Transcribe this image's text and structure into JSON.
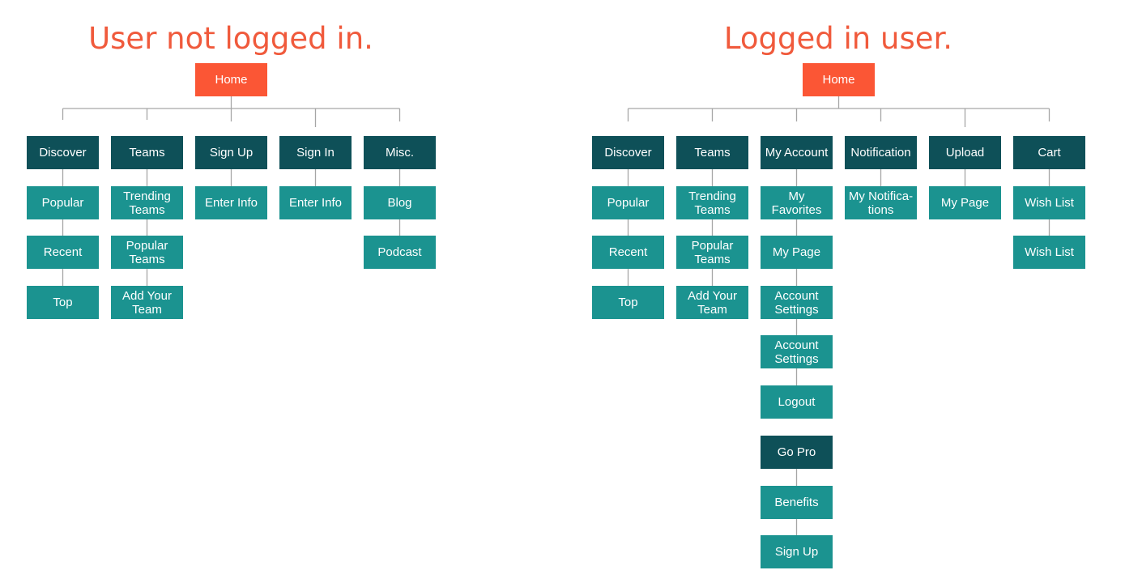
{
  "diagrams": [
    {
      "title": "User not logged in.",
      "root": "Home",
      "columns": [
        {
          "label": "Discover",
          "children": [
            "Popular",
            "Recent",
            "Top"
          ]
        },
        {
          "label": "Teams",
          "children": [
            "Trending Teams",
            "Popular Teams",
            "Add Your Team"
          ]
        },
        {
          "label": "Sign Up",
          "children": [
            "Enter Info"
          ]
        },
        {
          "label": "Sign In",
          "children": [
            "Enter Info"
          ]
        },
        {
          "label": "Misc.",
          "children": [
            "Blog",
            "Podcast"
          ]
        }
      ]
    },
    {
      "title": "Logged in user.",
      "root": "Home",
      "columns": [
        {
          "label": "Discover",
          "children": [
            "Popular",
            "Recent",
            "Top"
          ]
        },
        {
          "label": "Teams",
          "children": [
            "Trending Teams",
            "Popular Teams",
            "Add Your Team"
          ]
        },
        {
          "label": "My Account",
          "children": [
            "My Favorites",
            "My Page",
            "Account Settings",
            "Account Settings",
            "Logout"
          ],
          "extra": {
            "label": "Go Pro",
            "children": [
              "Benefits",
              "Sign Up"
            ]
          }
        },
        {
          "label": "Notification",
          "children": [
            "My Notifica-tions"
          ]
        },
        {
          "label": "Upload",
          "children": [
            "My Page"
          ]
        },
        {
          "label": "Cart",
          "children": [
            "Wish List",
            "Wish List"
          ]
        }
      ]
    }
  ],
  "colors": {
    "title": "#f05a3c",
    "root": "#fb5635",
    "category": "#0e5058",
    "item": "#1b9390",
    "connector": "#a6a6a6"
  }
}
